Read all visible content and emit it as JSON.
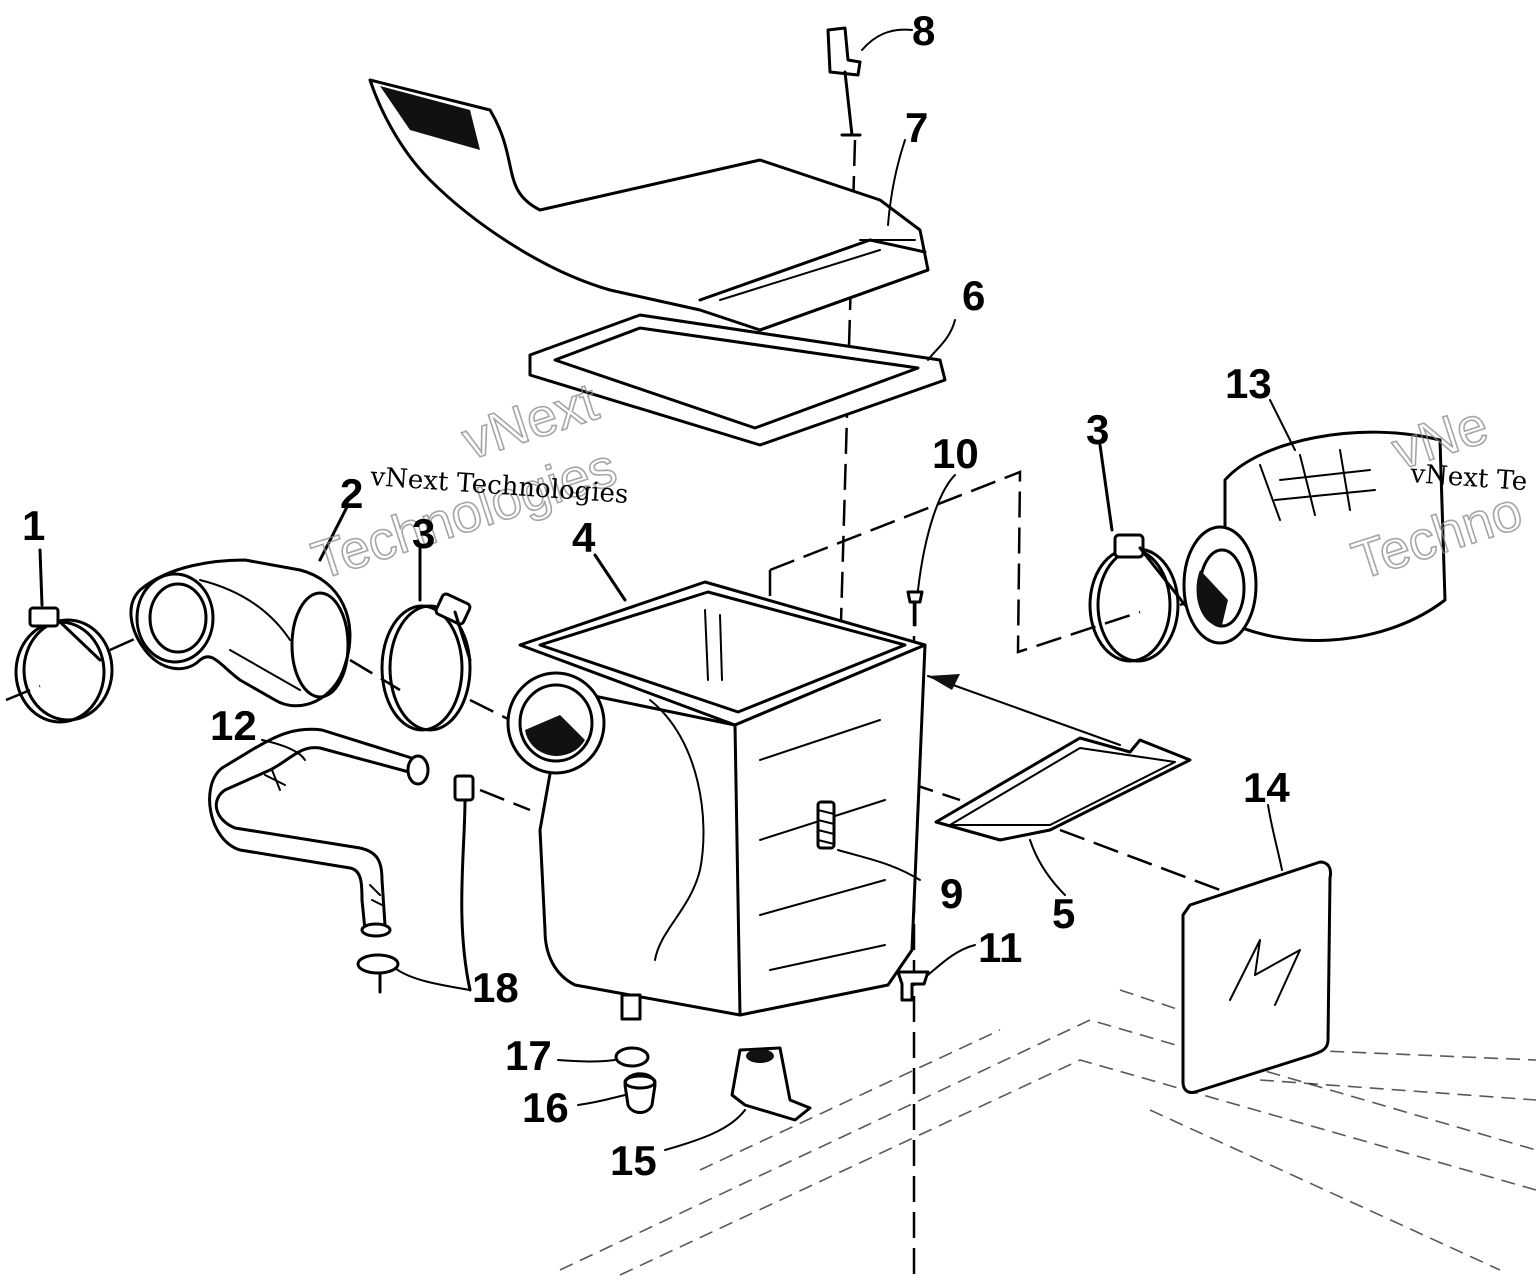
{
  "watermark": {
    "line1": "vNext",
    "line2": "Technologies",
    "caption": "vNext Technologies",
    "caption_right": "vNext Te",
    "big_right_1": "vNe",
    "big_right_2": "Techno"
  },
  "callouts": [
    "1",
    "2",
    "3",
    "3",
    "4",
    "5",
    "6",
    "7",
    "8",
    "9",
    "10",
    "11",
    "12",
    "13",
    "14",
    "15",
    "16",
    "17",
    "18"
  ]
}
